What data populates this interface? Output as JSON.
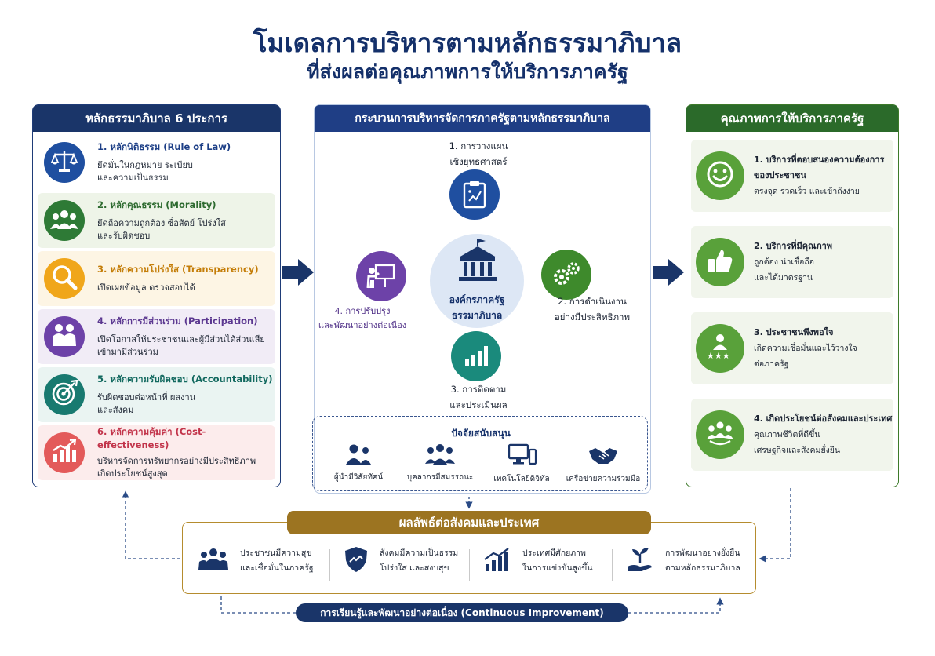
{
  "title": "โมเดลการบริหารตามหลักธรรมาภิบาล",
  "subtitle": "ที่ส่งผลต่อคุณภาพการให้บริการภาครัฐ",
  "left": {
    "header": "หลักธรรมาภิบาล 6 ประการ",
    "items": [
      {
        "title": "1. หลักนิติธรรม (Rule of Law)",
        "desc": "ยึดมั่นในกฎหมาย ระเบียบ\nและความเป็นธรรม",
        "color": "#1f4fa0",
        "title_color": "#1c3e86",
        "bg": "#ffffff",
        "icon": "scales-icon"
      },
      {
        "title": "2. หลักคุณธรรม (Morality)",
        "desc": "ยึดถือความถูกต้อง ซื่อสัตย์ โปร่งใส\nและรับผิดชอบ",
        "color": "#2e7a36",
        "title_color": "#2d6a2f",
        "bg": "#eef4e8",
        "icon": "people-group-icon"
      },
      {
        "title": "3. หลักความโปร่งใส (Transparency)",
        "desc": "เปิดเผยข้อมูล ตรวจสอบได้",
        "color": "#f0a61a",
        "title_color": "#c47d08",
        "bg": "#fdf5e4",
        "icon": "magnifier-icon"
      },
      {
        "title": "4. หลักการมีส่วนร่วม (Participation)",
        "desc": "เปิดโอกาสให้ประชาชนและผู้มีส่วนได้ส่วนเสีย\nเข้ามามีส่วนร่วม",
        "color": "#6d42a8",
        "title_color": "#5b3790",
        "bg": "#f1ecf6",
        "icon": "participants-icon"
      },
      {
        "title": "5. หลักความรับผิดชอบ (Accountability)",
        "desc": "รับผิดชอบต่อหน้าที่ ผลงาน\nและสังคม",
        "color": "#187a70",
        "title_color": "#12695f",
        "bg": "#eaf4f2",
        "icon": "target-icon"
      },
      {
        "title": "6. หลักความคุ้มค่า (Cost-effectiveness)",
        "desc": "บริหารจัดการทรัพยากรอย่างมีประสิทธิภาพ\nเกิดประโยชน์สูงสุด",
        "color": "#e35a5a",
        "title_color": "#c2344a",
        "bg": "#fcecec",
        "icon": "growth-chart-icon"
      }
    ]
  },
  "center": {
    "header": "กระบวนการบริหารจัดการภาครัฐตามหลักธรรมาภิบาล",
    "org_label": "องค์กรภาครัฐ\nธรรมาภิบาล",
    "steps": [
      {
        "label": "1. การวางแผน\nเชิงยุทธศาสตร์",
        "color": "#1f4fa0",
        "icon": "clipboard-plan-icon"
      },
      {
        "label": "2. การดำเนินงาน\nอย่างมีประสิทธิภาพ",
        "color": "#3e8a2c",
        "icon": "gears-icon"
      },
      {
        "label": "3. การติดตาม\nและประเมินผล",
        "color": "#1a8a7c",
        "icon": "bar-chart-icon"
      },
      {
        "label": "4. การปรับปรุง\nและพัฒนาอย่างต่อเนื่อง",
        "color": "#6d42a8",
        "icon": "presentation-icon"
      }
    ],
    "support": {
      "title": "ปัจจัยสนับสนุน",
      "items": [
        {
          "label": "ผู้นำมีวิสัยทัศน์",
          "icon": "leader-icon"
        },
        {
          "label": "บุคลากรมีสมรรถนะ",
          "icon": "staff-icon"
        },
        {
          "label": "เทคโนโลยีดิจิทัล",
          "icon": "computer-icon"
        },
        {
          "label": "เครือข่ายความร่วมมือ",
          "icon": "handshake-icon"
        }
      ]
    }
  },
  "right": {
    "header": "คุณภาพการให้บริการภาครัฐ",
    "items": [
      {
        "title": "1. บริการที่ตอบสนองความต้องการ\nของประชาชน",
        "desc": "ตรงจุด รวดเร็ว และเข้าถึงง่าย",
        "icon": "smiley-icon"
      },
      {
        "title": "2. บริการที่มีคุณภาพ",
        "desc": "ถูกต้อง น่าเชื่อถือ\nและได้มาตรฐาน",
        "icon": "thumbs-up-icon"
      },
      {
        "title": "3. ประชาชนพึงพอใจ",
        "desc": "เกิดความเชื่อมั่นและไว้วางใจ\nต่อภาครัฐ",
        "icon": "rating-person-icon"
      },
      {
        "title": "4. เกิดประโยชน์ต่อสังคมและประเทศ",
        "desc": "คุณภาพชีวิตที่ดีขึ้น\nเศรษฐกิจและสังคมยั่งยืน",
        "icon": "community-icon"
      }
    ]
  },
  "results": {
    "header": "ผลลัพธ์ต่อสังคมและประเทศ",
    "items": [
      {
        "label": "ประชาชนมีความสุข\nและเชื่อมั่นในภาครัฐ",
        "icon": "citizens-icon"
      },
      {
        "label": "สังคมมีความเป็นธรรม\nโปร่งใส และสงบสุข",
        "icon": "shield-icon"
      },
      {
        "label": "ประเทศมีศักยภาพ\nในการแข่งขันสูงขึ้น",
        "icon": "rising-chart-icon"
      },
      {
        "label": "การพัฒนาอย่างยั่งยืน\nตามหลักธรรมาภิบาล",
        "icon": "plant-hand-icon"
      }
    ]
  },
  "improvement": "การเรียนรู้และพัฒนาอย่างต่อเนื่อง (Continuous Improvement)"
}
